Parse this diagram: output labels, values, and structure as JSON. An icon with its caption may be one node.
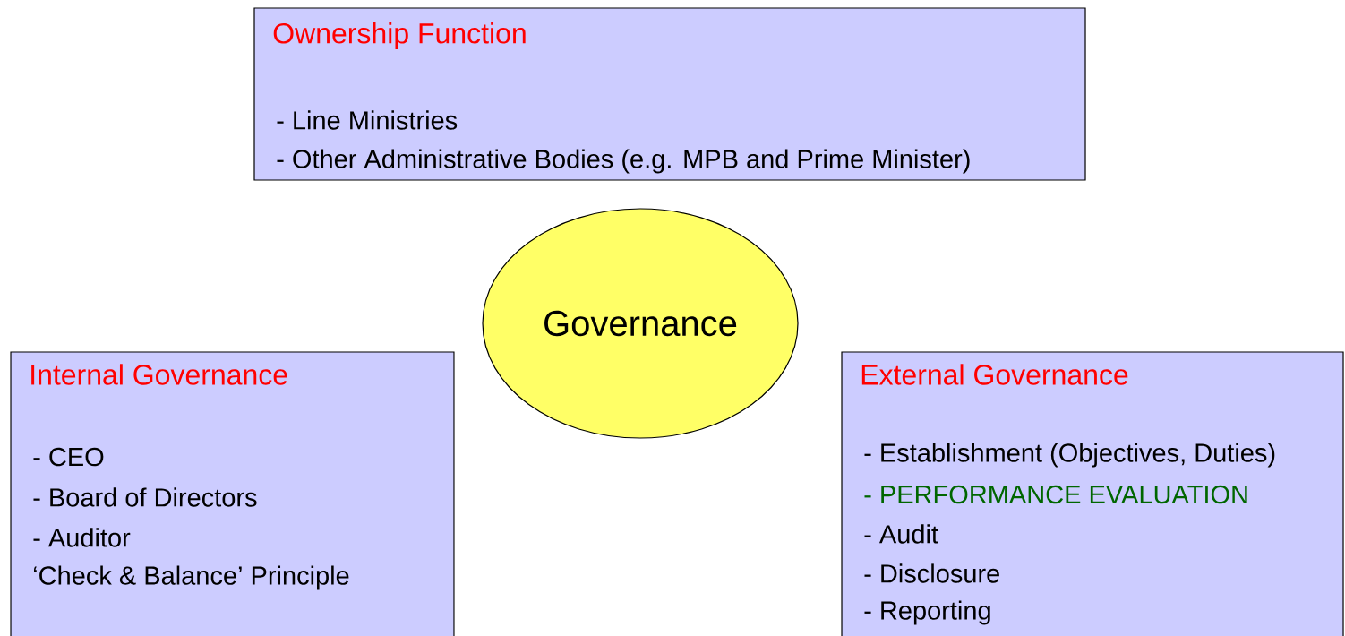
{
  "diagram": {
    "nodes": [
      {
        "text": [
          "Ownership Function",
          "- Line Ministries",
          "- Other Administrative Bodies (e.g. MPB and Prime Minister)"
        ]
      },
      {
        "text": [
          "Governance"
        ]
      },
      {
        "text": [
          "Internal Governance",
          "- CEO",
          "- Board of Directors",
          "- Auditor",
          "‘Check & Balance’ Principle"
        ]
      },
      {
        "text": [
          "External Governance",
          "- Establishment (Objectives, Duties)",
          "- PERFORMANCE EVALUATION",
          "- Audit",
          "- Disclosure",
          "- Reporting"
        ]
      }
    ]
  }
}
